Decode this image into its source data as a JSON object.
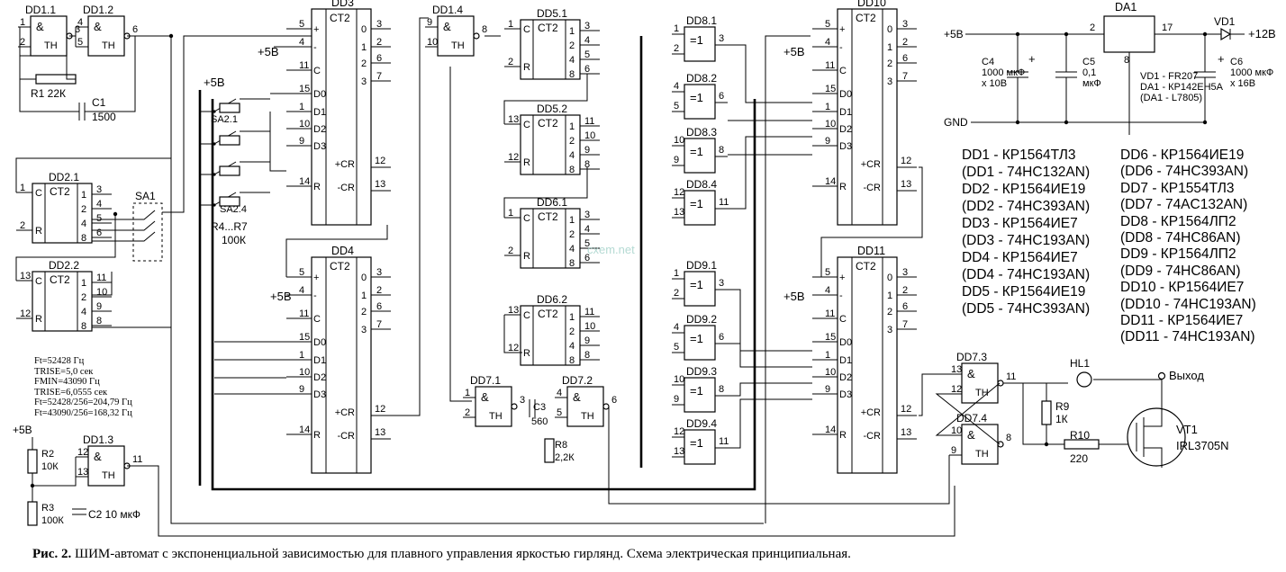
{
  "caption": {
    "figure": "Рис. 2.",
    "text": "ШИМ-автомат с экспоненциальной зависимостью для плавного управления яркостью гирлянд. Схема электрическая принципиальная."
  },
  "legend": {
    "left": [
      "DD1 - КР1564ТЛ3",
      "(DD1 - 74HC132AN)",
      "DD2 - КР1564ИЕ19",
      "(DD2 - 74HC393AN)",
      "DD3 - КР1564ИЕ7",
      "(DD3 - 74HC193AN)",
      "DD4 - КР1564ИЕ7",
      "(DD4 - 74HC193AN)",
      "DD5 - КР1564ИЕ19",
      "(DD5 - 74HC393AN)"
    ],
    "right": [
      "DD6 - КР1564ИЕ19",
      "(DD6 - 74HC393AN)",
      "DD7 - КР1554ТЛ3",
      "(DD7 - 74AC132AN)",
      "DD8 - КР1564ЛП2",
      "(DD8 - 74HC86AN)",
      "DD9 - КР1564ЛП2",
      "(DD9 - 74HC86AN)",
      "DD10 - КР1564ИЕ7",
      "(DD10 - 74HC193AN)",
      "DD11 - КР1564ИЕ7",
      "(DD11 - 74HC193AN)"
    ]
  },
  "params": [
    "Ft=52428 Гц",
    "TRISE=5,0 сек",
    "FMIN=43090 Гц",
    "TRISE=6,0555 сек",
    "Ft=52428/256=204,79 Гц",
    "Ft=43090/256=168,32 Гц"
  ],
  "power": {
    "plus5": "+5В",
    "plus12": "+12В",
    "gnd": "GND",
    "da1": "DA1",
    "da1_pin_in": "2",
    "da1_pin_out": "17",
    "da1_pin_gnd": "8",
    "vd1": "VD1",
    "c4": [
      "C4",
      "1000 мкФ",
      "х 10В"
    ],
    "c5": [
      "C5",
      "0,1",
      "мкФ"
    ],
    "c6": [
      "C6",
      "1000 мкФ",
      "х 16В"
    ],
    "notes": [
      "VD1 - FR207",
      "DA1 - КР142ЕН5А",
      "(DA1 - L7805)"
    ]
  },
  "components": {
    "r1": "R1 22К",
    "c1": "C1",
    "c1_val": "1500",
    "r2": "R2",
    "r2_val": "10К",
    "r3": "R3",
    "r3_val": "100К",
    "c2": "C2  10 мкФ",
    "c3": "C3",
    "c3_val": "560",
    "r8": "R8",
    "r8_val": "2,2К",
    "r9": "R9",
    "r9_val": "1К",
    "r10": "R10",
    "r10_val": "220",
    "r4r7": "R4...R7",
    "r4r7_val": "100К",
    "sa1": "SA1",
    "sa21": "SA2.1",
    "sa24": "SA2.4",
    "hl1": "HL1",
    "vt1": "VT1",
    "vt1_type": "IRL3705N",
    "output": "Выход",
    "plus5": "+5В"
  },
  "chips": {
    "dd11_gate": "DD1.1",
    "dd12_gate": "DD1.2",
    "dd13_gate": "DD1.3",
    "dd14_gate": "DD1.4",
    "dd21": "DD2.1",
    "dd22": "DD2.2",
    "dd3": "DD3",
    "dd4": "DD4",
    "dd10": "DD10",
    "dd11": "DD11",
    "dd51": "DD5.1",
    "dd52": "DD5.2",
    "dd61": "DD6.1",
    "dd62": "DD6.2",
    "dd71": "DD7.1",
    "dd72": "DD7.2",
    "dd73": "DD7.3",
    "dd74": "DD7.4",
    "dd81": "DD8.1",
    "dd82": "DD8.2",
    "dd83": "DD8.3",
    "dd84": "DD8.4",
    "dd91": "DD9.1",
    "dd92": "DD9.2",
    "dd93": "DD9.3",
    "dd94": "DD9.4",
    "ct2": "CT2",
    "and_sym": "&",
    "th": "TH",
    "xor_sym": "=1",
    "pin_c": "C",
    "pin_r": "R",
    "plus_cr": "+CR",
    "minus_cr": "-CR",
    "d0": "D0",
    "d1": "D1",
    "d2": "D2",
    "d3": "D3",
    "q0": "0",
    "q1": "1",
    "q2": "2",
    "q3": "3",
    "q4": "4",
    "q8": "8"
  },
  "watermark": "cxem.net"
}
